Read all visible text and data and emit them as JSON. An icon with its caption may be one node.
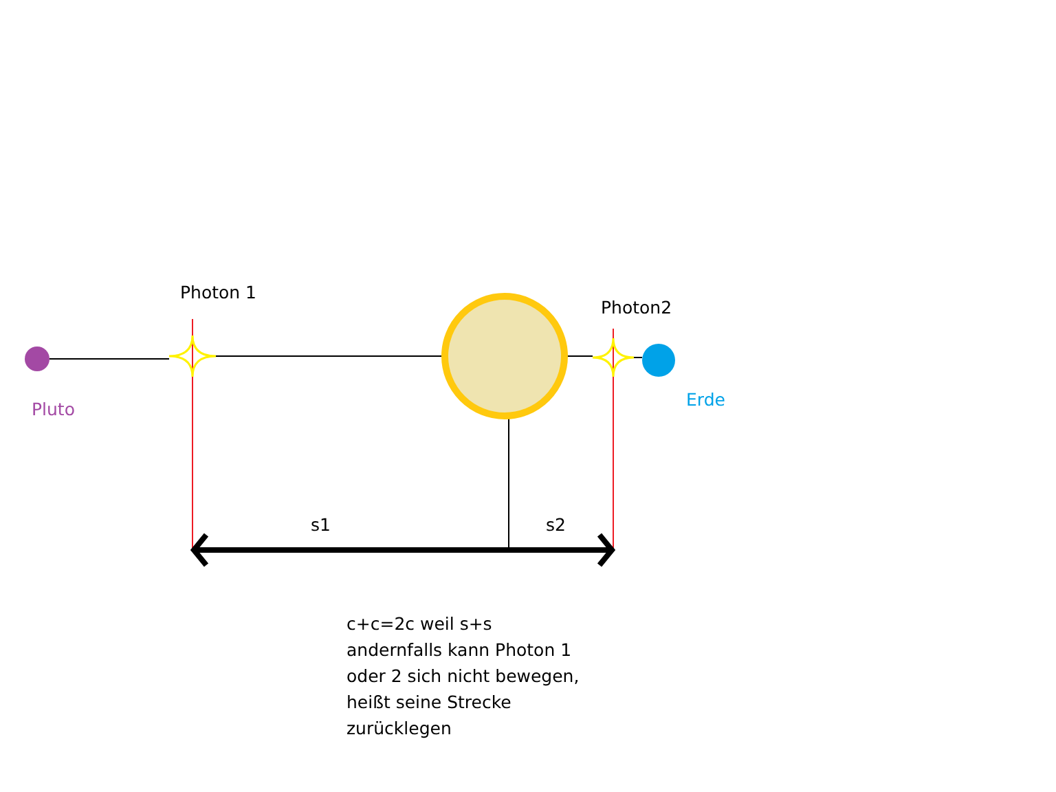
{
  "diagram": {
    "nodes": [
      {
        "text": [],
        "shape": "circle",
        "beside": [
          "Pluto"
        ]
      },
      {
        "text": [],
        "shape": "star",
        "beside": [
          "Photon 1"
        ]
      },
      {
        "text": [],
        "shape": "circle"
      },
      {
        "text": [],
        "shape": "star",
        "beside": [
          "Photon2"
        ]
      },
      {
        "text": [],
        "shape": "circle",
        "beside": [
          "Erde"
        ]
      }
    ],
    "edges": [
      {
        "from": 0,
        "to": 1,
        "arrow": "none"
      },
      {
        "from": 1,
        "to": 2,
        "arrow": "none"
      },
      {
        "from": 2,
        "to": 3,
        "arrow": "none"
      },
      {
        "from": 3,
        "to": 4,
        "arrow": "none"
      }
    ],
    "labels": [
      "s1",
      "s2",
      "c+c=2c weil s+s andernfalls kann Photon 1 oder 2 sich nicht bewegen, heißt seine Strecke zurücklegen"
    ]
  }
}
